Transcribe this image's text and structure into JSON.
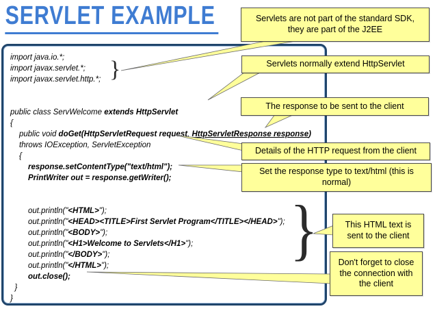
{
  "title": "SERVLET EXAMPLE",
  "colors": {
    "title_blue": "#3f7cd2",
    "code_box_border": "#20456b",
    "callout_fill": "#ffff9b",
    "callout_border": "#4a4a4a"
  },
  "decorations": {
    "small_brace": "}",
    "big_brace": "}"
  },
  "code": {
    "lines": [
      {
        "ind": 0,
        "segs": [
          {
            "t": "import java.io.*;"
          }
        ]
      },
      {
        "ind": 0,
        "segs": [
          {
            "t": "import javax.servlet.*;"
          }
        ]
      },
      {
        "ind": 0,
        "segs": [
          {
            "t": "import javax.servlet.http.*;"
          }
        ]
      },
      {
        "blank": true
      },
      {
        "blank": true
      },
      {
        "ind": 0,
        "segs": [
          {
            "t": "public class ServWelcome "
          },
          {
            "t": "extends HttpServlet",
            "b": true
          }
        ]
      },
      {
        "ind": 0,
        "segs": [
          {
            "t": "{"
          }
        ]
      },
      {
        "ind": 1,
        "segs": [
          {
            "t": "public void "
          },
          {
            "t": "doGet(HttpServletRequest request",
            "b": true
          },
          {
            "t": ", "
          },
          {
            "t": "HttpServletResponse response",
            "b": true,
            "u": true
          },
          {
            "t": ")",
            "b": true
          }
        ]
      },
      {
        "ind": 1,
        "segs": [
          {
            "t": "throws IOException, ServletException"
          }
        ]
      },
      {
        "ind": 1,
        "segs": [
          {
            "t": "{"
          }
        ]
      },
      {
        "ind": 2,
        "segs": [
          {
            "t": "response.setContentType(\"text/html\");",
            "b": true
          }
        ]
      },
      {
        "ind": 2,
        "segs": [
          {
            "t": "PrintWriter out = response.getWriter();",
            "b": true
          }
        ]
      },
      {
        "blank": true
      },
      {
        "blank": true
      },
      {
        "ind": 2,
        "segs": [
          {
            "t": "out.println(\""
          },
          {
            "t": "<HTML>",
            "b": true
          },
          {
            "t": "\");"
          }
        ]
      },
      {
        "ind": 2,
        "segs": [
          {
            "t": "out.println(\""
          },
          {
            "t": "<HEAD><TITLE>First Servlet Program</TITLE></HEAD>",
            "b": true
          },
          {
            "t": "\");"
          }
        ]
      },
      {
        "ind": 2,
        "segs": [
          {
            "t": "out.println(\""
          },
          {
            "t": "<BODY>",
            "b": true
          },
          {
            "t": "\");"
          }
        ]
      },
      {
        "ind": 2,
        "segs": [
          {
            "t": "out.println(\""
          },
          {
            "t": "<H1>Welcome to Servlets</H1>",
            "b": true
          },
          {
            "t": "\");"
          }
        ]
      },
      {
        "ind": 2,
        "segs": [
          {
            "t": "out.println(\""
          },
          {
            "t": "</BODY>",
            "b": true
          },
          {
            "t": "\");"
          }
        ]
      },
      {
        "ind": 2,
        "segs": [
          {
            "t": "out.println(\""
          },
          {
            "t": "</HTML>",
            "b": true
          },
          {
            "t": "\");"
          }
        ]
      },
      {
        "ind": 2,
        "segs": [
          {
            "t": "out.close();",
            "b": true
          }
        ]
      },
      {
        "ind": 0.5,
        "segs": [
          {
            "t": "}"
          }
        ]
      },
      {
        "ind": 0,
        "segs": [
          {
            "t": "}"
          }
        ]
      }
    ]
  },
  "callouts": [
    {
      "text": "Servlets are not part of the standard SDK,\nthey are part of the J2EE"
    },
    {
      "text": "Servlets normally extend HttpServlet"
    },
    {
      "text": "The response to be sent to the client"
    },
    {
      "text": "Details of the HTTP request from the client"
    },
    {
      "text": "Set the response type to text/html (this is\nnormal)"
    },
    {
      "text": "This HTML text is\nsent to the client"
    },
    {
      "text": "Don't forget to close\nthe connection with\nthe client"
    }
  ]
}
